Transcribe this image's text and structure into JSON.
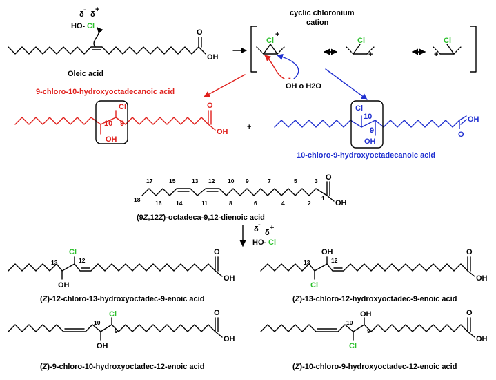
{
  "top": {
    "reagent_delta_minus": "δ",
    "reagent_delta_plus": "δ",
    "reagent_minus": "-",
    "reagent_plus": "+",
    "reagent_ho": "HO-",
    "reagent_cl": "Cl",
    "oleic_oh": "OH",
    "oleic_o": "O",
    "oleic_name": "Oleic acid",
    "cation_title_1": "cyclic chloronium",
    "cation_title_2": "cation",
    "cation_cl_1": "Cl",
    "cation_cl_2": "Cl",
    "cation_cl_3": "Cl",
    "cation_plus_1": "+",
    "cation_plus_2": "+",
    "cation_plus_3": "+",
    "nucleophile_minus": "-",
    "nucleophile": "OH o H2O"
  },
  "products_mono": {
    "red_name": "9-chloro-10-hydroxyoctadecanoic acid",
    "red_cl": "Cl",
    "red_oh": "OH",
    "red_n9": "9",
    "red_n10": "10",
    "red_cooh_o": "O",
    "red_cooh_oh": "OH",
    "plus_sign": "+",
    "blue_name": "10-chloro-9-hydroxyoctadecanoic acid",
    "blue_cl": "Cl",
    "blue_oh": "OH",
    "blue_n9": "9",
    "blue_n10": "10",
    "blue_cooh_o": "O",
    "blue_cooh_oh": "OH"
  },
  "linoleic": {
    "numbers_top": [
      "17",
      "15",
      "13",
      "12",
      "10",
      "9",
      "7",
      "5",
      "3"
    ],
    "numbers_bottom": [
      "18",
      "16",
      "14",
      "11",
      "8",
      "6",
      "4",
      "2",
      "1"
    ],
    "o": "O",
    "oh": "OH",
    "name_prefix": "(9",
    "name_z1": "Z",
    "name_mid": ",12",
    "name_z2": "Z",
    "name_suffix": ")-octadeca-9,12-dienoic acid",
    "reagent_delta_minus": "δ",
    "reagent_delta_plus": "δ",
    "reagent_minus": "-",
    "reagent_plus": "+",
    "reagent_ho": "HO-",
    "reagent_cl": "Cl"
  },
  "products_di": [
    {
      "pre": "(",
      "z": "Z",
      "post": ")-12-chloro-13-hydroxyoctadec-9-enoic acid",
      "top": "Cl",
      "bottom": "OH",
      "n_left": "13",
      "n_right": "12",
      "o": "O",
      "oh": "OH"
    },
    {
      "pre": "(",
      "z": "Z",
      "post": ")-13-chloro-12-hydroxyoctadec-9-enoic acid",
      "top": "OH",
      "bottom": "Cl",
      "n_left": "13",
      "n_right": "12",
      "o": "O",
      "oh": "OH"
    },
    {
      "pre": "(",
      "z": "Z",
      "post": ")-9-chloro-10-hydroxyoctadec-12-enoic acid",
      "top": "Cl",
      "bottom": "OH",
      "n_left": "10",
      "n_right": "9",
      "o": "O",
      "oh": "OH"
    },
    {
      "pre": "(",
      "z": "Z",
      "post": ")-10-chloro-9-hydroxyoctadec-12-enoic acid",
      "top": "OH",
      "bottom": "Cl",
      "n_left": "10",
      "n_right": "9",
      "o": "O",
      "oh": "OH"
    }
  ],
  "colors": {
    "chlorine": "#2bbf2b",
    "red": "#e0201c",
    "blue": "#1f2fd0",
    "black": "#000000"
  }
}
